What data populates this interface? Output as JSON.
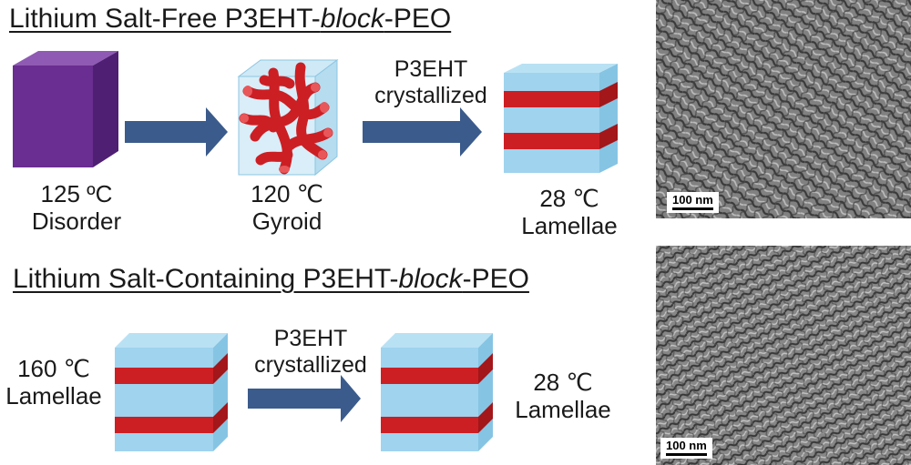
{
  "top": {
    "heading_pre": "Lithium Salt-Free P3EHT-",
    "heading_italic": "block",
    "heading_post": "-PEO",
    "stage1": {
      "temp": "125 ºC",
      "phase": "Disorder"
    },
    "stage2": {
      "temp": "120 ℃",
      "phase": "Gyroid"
    },
    "stage3": {
      "temp": "28 ℃",
      "phase": "Lamellae"
    },
    "arrow2_label_line1": "P3EHT",
    "arrow2_label_line2": "crystallized",
    "tem_scale": "100 nm"
  },
  "bottom": {
    "heading_pre": "Lithium Salt-Containing P3EHT-",
    "heading_italic": "block",
    "heading_post": "-PEO",
    "stage1": {
      "temp": "160 ℃",
      "phase": "Lamellae"
    },
    "stage2": {
      "temp": "28 ℃",
      "phase": "Lamellae"
    },
    "arrow_label_line1": "P3EHT",
    "arrow_label_line2": "crystallized",
    "tem_scale": "100 nm"
  },
  "colors": {
    "arrow": "#3b5b8c",
    "peo_layer": "#9fd3ee",
    "p3eht_layer": "#cc1f24",
    "disorder_cube": "#6a2d91"
  }
}
